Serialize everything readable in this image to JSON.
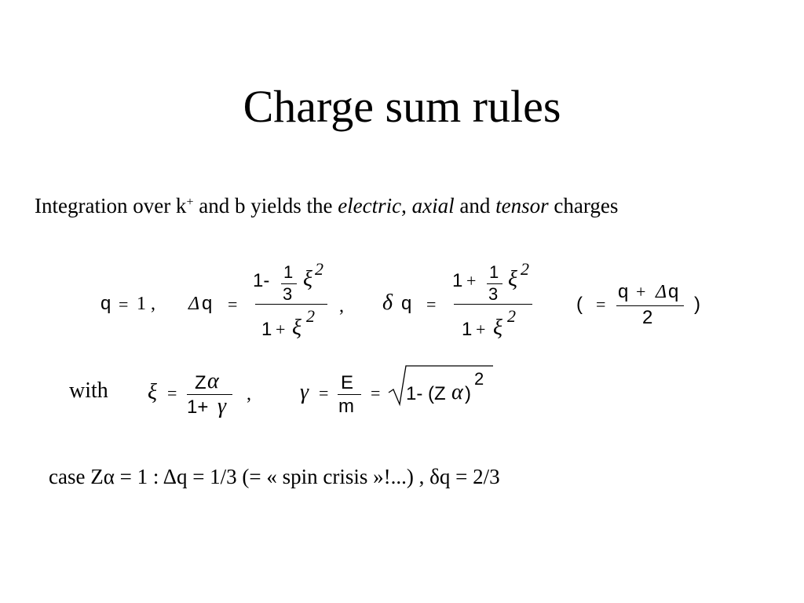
{
  "title": "Charge sum rules",
  "intro": {
    "p1": "Integration over k",
    "sup": "+",
    "p2": " and b yields the ",
    "w1": "electric",
    "p3": ", ",
    "w2": "axial",
    "p4": " and ",
    "w3": "tensor",
    "p5": " charges"
  },
  "eq1": {
    "q_label": "q",
    "eq_sign": "=",
    "one": "1",
    "comma": ",",
    "delta": "Δ",
    "delta_sym": "δ",
    "one_minus": "1-",
    "one_plus": "1+",
    "third_num": "1",
    "third_den": "3",
    "xi": "ξ",
    "sq": "2",
    "paren_open": "(",
    "paren_close": ")",
    "q_plus": "q +",
    "q_plus_dq": "q",
    "two": "2"
  },
  "eq2": {
    "with": "with",
    "xi": "ξ",
    "eq": "=",
    "Z": "Z",
    "alpha": "α",
    "one_plus": "1+",
    "gamma": "γ",
    "comma": ",",
    "E": "E",
    "m": "m",
    "sqrt_body": "1- (Z",
    "sqrt_close": ")",
    "sq": "2"
  },
  "case_line": "case  Zα = 1  :   Δq = 1/3  (= « spin crisis »!...) ,    δq = 2/3"
}
